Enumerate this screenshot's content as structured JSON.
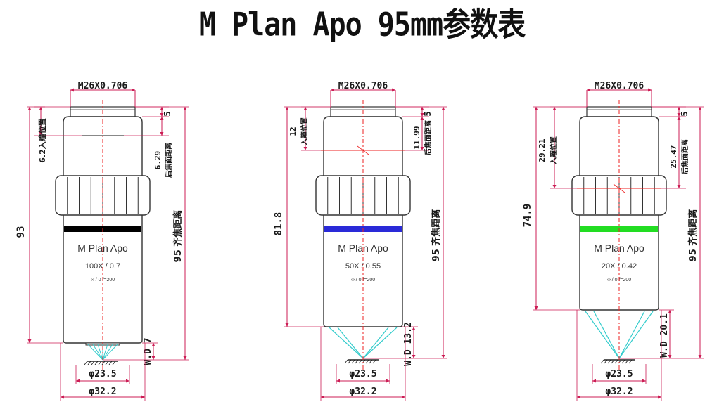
{
  "title": "M Plan Apo 95mm参数表",
  "objectives": [
    {
      "id": "100x",
      "thread": "M26X0.706",
      "top_dim": "5",
      "entrance_label": "6.2入瞳位置",
      "back_focal_value": "6.29",
      "back_focal_label": "后焦面距离",
      "total_length": "93",
      "working_distance_label": "95 齐焦距离",
      "wd": "W.D 7",
      "model": "M Plan Apo",
      "mag": "100X / 0.7",
      "spec": "∞ / 0 f=200",
      "band_color": "#000000",
      "dia_small": "φ23.5",
      "dia_large": "φ32.2"
    },
    {
      "id": "50x",
      "thread": "M26X0.706",
      "top_dim": "5",
      "entrance_value": "12",
      "entrance_label": "入瞳位置",
      "back_focal_value": "11.99",
      "back_focal_label": "后焦面距离",
      "total_length": "81.8",
      "working_distance_label": "95 齐焦距离",
      "wd": "W.D 13.2",
      "model": "M Plan Apo",
      "mag": "50X / 0.55",
      "spec": "∞ / 0 f=200",
      "band_color": "#2a2ad8",
      "dia_small": "φ23.5",
      "dia_large": "φ32.2"
    },
    {
      "id": "20x",
      "thread": "M26X0.706",
      "top_dim": "5",
      "entrance_value": "29.21",
      "entrance_label": "入瞳位置",
      "back_focal_value": "25.47",
      "back_focal_label": "后焦面距离",
      "total_length": "74.9",
      "working_distance_label": "95 齐焦距离",
      "wd": "W.D 20.1",
      "model": "M Plan Apo",
      "mag": "20X / 0.42",
      "spec": "∞ / 0 f=200",
      "band_color": "#22dd22",
      "dia_small": "φ23.5",
      "dia_large": "φ32.2"
    }
  ],
  "colors": {
    "dimension_line": "#cc1d55",
    "center_line": "#ee2222",
    "light_cone": "#33cccc",
    "outline": "#333333"
  }
}
